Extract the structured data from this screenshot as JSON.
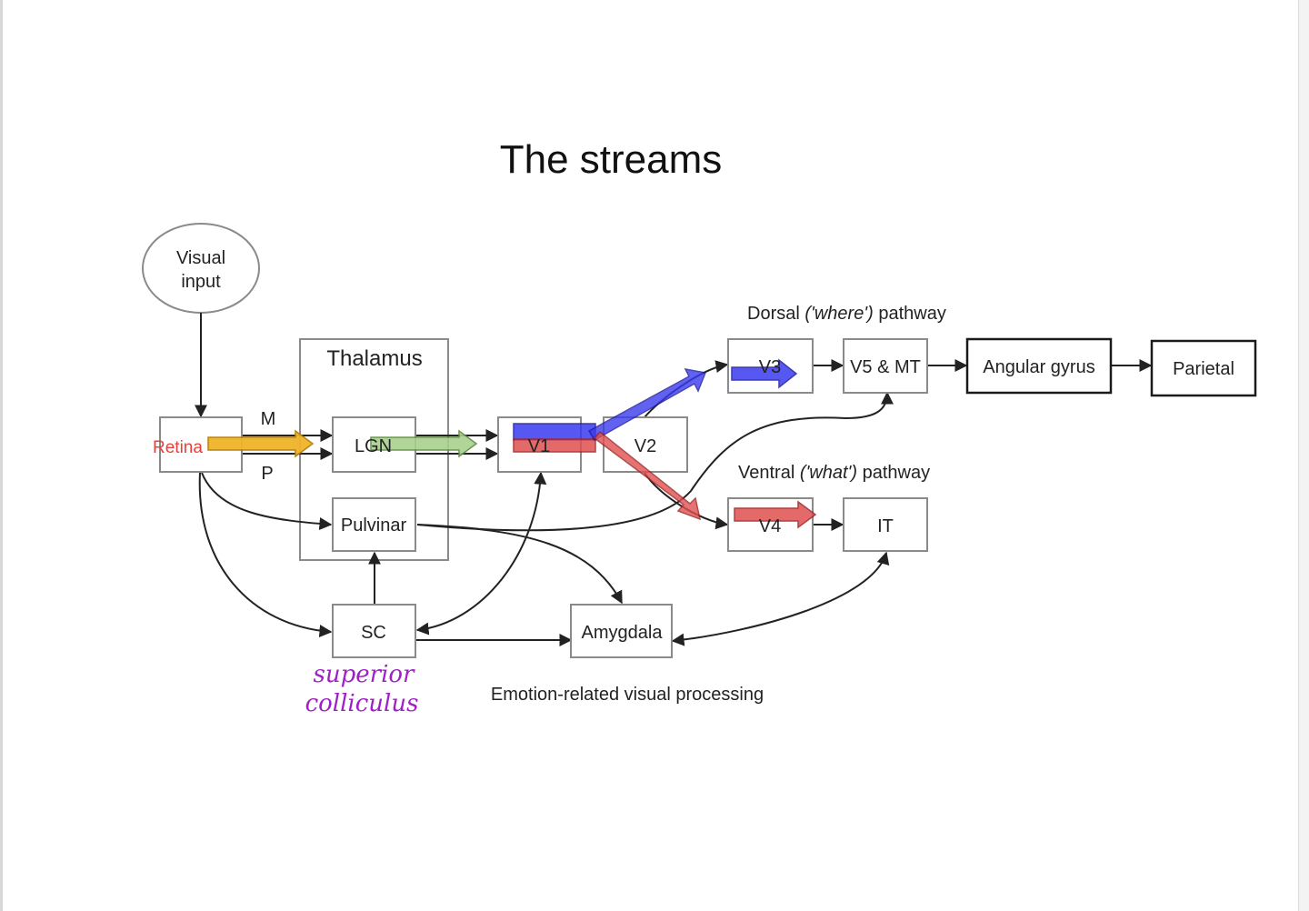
{
  "title": "The streams",
  "nodes": {
    "visual_input": [
      "Visual",
      "input"
    ],
    "retina": "Retina",
    "thalamus": "Thalamus",
    "lgn": "LGN",
    "pulvinar": "Pulvinar",
    "sc": "SC",
    "v1": "V1",
    "v2": "V2",
    "v3": "V3",
    "v5_mt": "V5 & MT",
    "angular_gyrus": "Angular gyrus",
    "parietal": "Parietal",
    "v4": "V4",
    "it": "IT",
    "amygdala": "Amygdala"
  },
  "labels": {
    "m": "M",
    "p": "P",
    "dorsal_prefix": "Dorsal",
    "dorsal_where": "('where')",
    "dorsal_suffix": "pathway",
    "ventral_prefix": "Ventral",
    "ventral_what": "('what')",
    "ventral_suffix": "pathway",
    "emotion": "Emotion-related visual processing"
  },
  "annotation": [
    "superior",
    "colliculus"
  ],
  "colors": {
    "retina_text": "#e8403a",
    "yellow_arrow": "#f0b429",
    "green_arrow": "#a9d08e",
    "blue_arrow": "#3a3af0",
    "red_arrow": "#e05050",
    "annotation": "#a020c8"
  }
}
